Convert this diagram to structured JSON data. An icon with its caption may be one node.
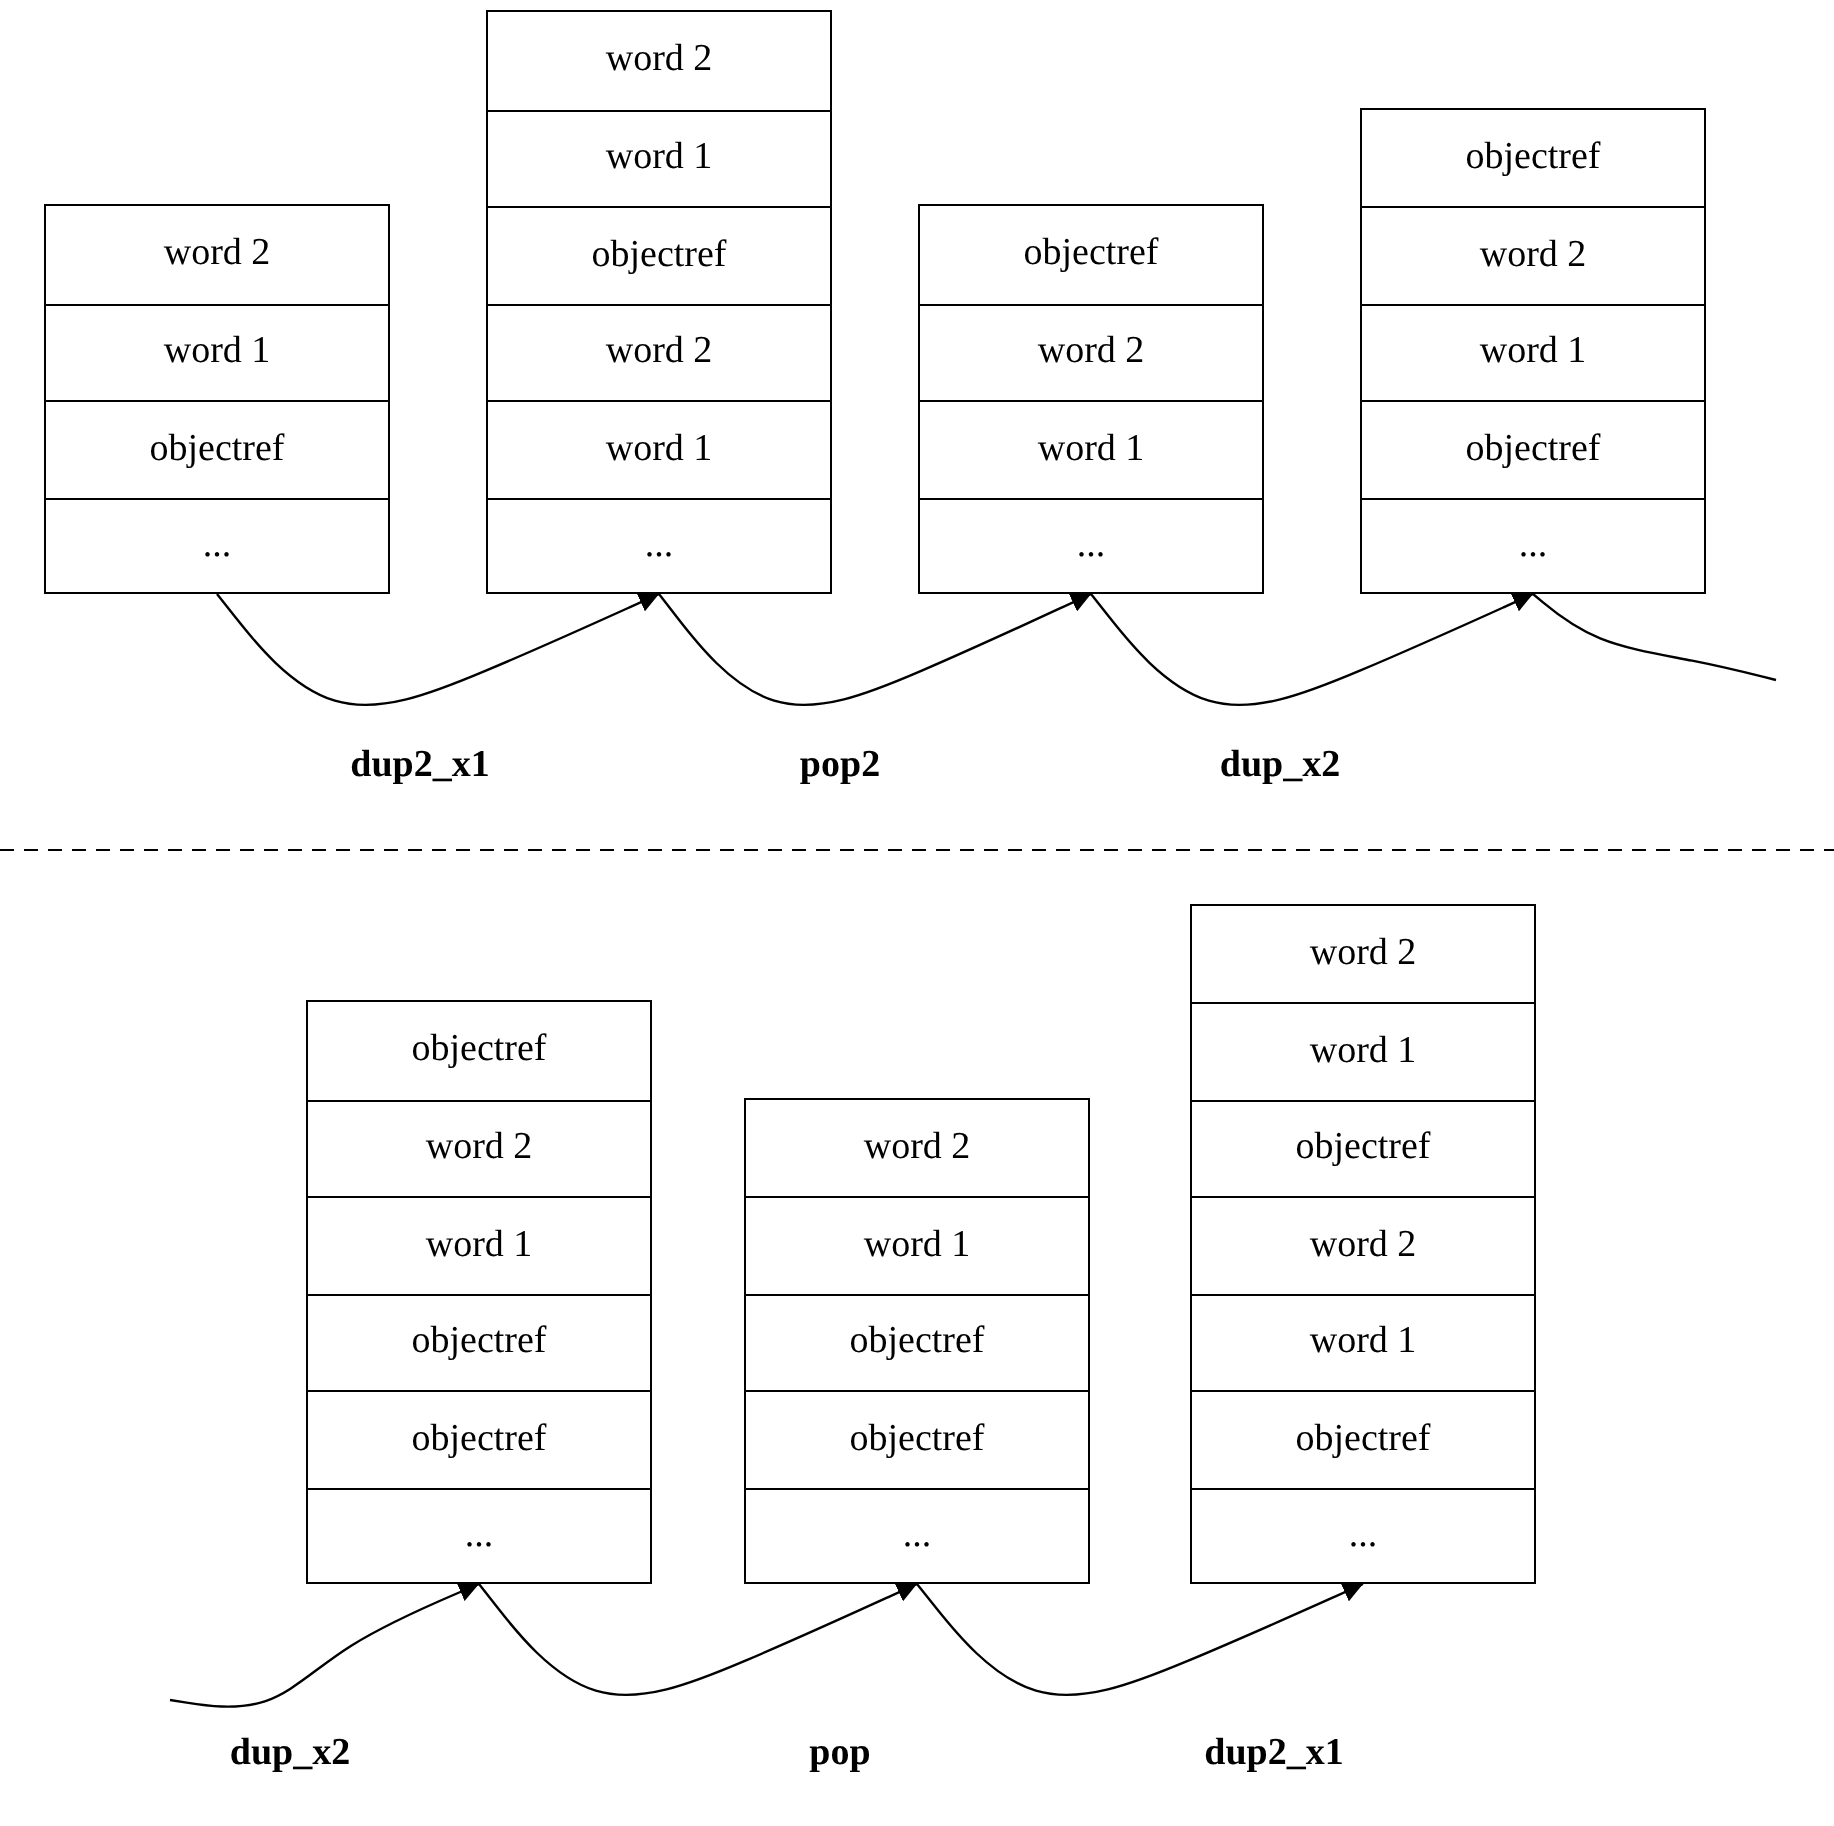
{
  "diagram": {
    "nodes": [
      {
        "text": [],
        "shape": "box"
      },
      {
        "text": [
          "word 2"
        ],
        "in": 0
      },
      {
        "text": [
          "word 1"
        ],
        "in": 0
      },
      {
        "text": [
          "objectref"
        ],
        "in": 0
      },
      {
        "text": [
          "..."
        ],
        "in": 0
      },
      {
        "text": [],
        "shape": "box"
      },
      {
        "text": [
          "word 2"
        ],
        "in": 5
      },
      {
        "text": [
          "word 1"
        ],
        "in": 5
      },
      {
        "text": [
          "objectref"
        ],
        "in": 5
      },
      {
        "text": [
          "word 2"
        ],
        "in": 5
      },
      {
        "text": [
          "word 1"
        ],
        "in": 5
      },
      {
        "text": [
          "..."
        ],
        "in": 5
      },
      {
        "text": [],
        "shape": "box"
      },
      {
        "text": [
          "objectref"
        ],
        "in": 12
      },
      {
        "text": [
          "word 2"
        ],
        "in": 12
      },
      {
        "text": [
          "word 1"
        ],
        "in": 12
      },
      {
        "text": [
          "..."
        ],
        "in": 12
      },
      {
        "text": [],
        "shape": "box"
      },
      {
        "text": [
          "objectref"
        ],
        "in": 17
      },
      {
        "text": [
          "word 2"
        ],
        "in": 17
      },
      {
        "text": [
          "word 1"
        ],
        "in": 17
      },
      {
        "text": [
          "objectref"
        ],
        "in": 17
      },
      {
        "text": [
          "..."
        ],
        "in": 17
      },
      {
        "text": [],
        "shape": "box"
      },
      {
        "text": [
          "objectref"
        ],
        "in": 23
      },
      {
        "text": [
          "word 2"
        ],
        "in": 23
      },
      {
        "text": [
          "word 1"
        ],
        "in": 23
      },
      {
        "text": [
          "objectref"
        ],
        "in": 23
      },
      {
        "text": [
          "objectref"
        ],
        "in": 23
      },
      {
        "text": [
          "..."
        ],
        "in": 23
      },
      {
        "text": [],
        "shape": "box"
      },
      {
        "text": [
          "word 2"
        ],
        "in": 30
      },
      {
        "text": [
          "word 1"
        ],
        "in": 30
      },
      {
        "text": [
          "objectref"
        ],
        "in": 30
      },
      {
        "text": [
          "objectref"
        ],
        "in": 30
      },
      {
        "text": [
          "..."
        ],
        "in": 30
      },
      {
        "text": [],
        "shape": "box"
      },
      {
        "text": [
          "word 2"
        ],
        "in": 36
      },
      {
        "text": [
          "word 1"
        ],
        "in": 36
      },
      {
        "text": [
          "objectref"
        ],
        "in": 36
      },
      {
        "text": [
          "word 2"
        ],
        "in": 36
      },
      {
        "text": [
          "word 1"
        ],
        "in": 36
      },
      {
        "text": [
          "objectref"
        ],
        "in": 36
      },
      {
        "text": [
          "..."
        ],
        "in": 36
      }
    ],
    "edges": [
      {
        "from": 0,
        "to": 5,
        "arrow": "to",
        "label": "dup2_x1"
      },
      {
        "from": 5,
        "to": 12,
        "arrow": "to",
        "label": "pop2"
      },
      {
        "from": 12,
        "to": 17,
        "arrow": "to",
        "label": "dup_x2"
      },
      {
        "from": 17,
        "to": null,
        "arrow": "none"
      },
      {
        "from": null,
        "to": 23,
        "arrow": "to",
        "label": "dup_x2"
      },
      {
        "from": 23,
        "to": 30,
        "arrow": "to",
        "label": "pop"
      },
      {
        "from": 30,
        "to": 36,
        "arrow": "to",
        "label": "dup2_x1"
      }
    ]
  }
}
